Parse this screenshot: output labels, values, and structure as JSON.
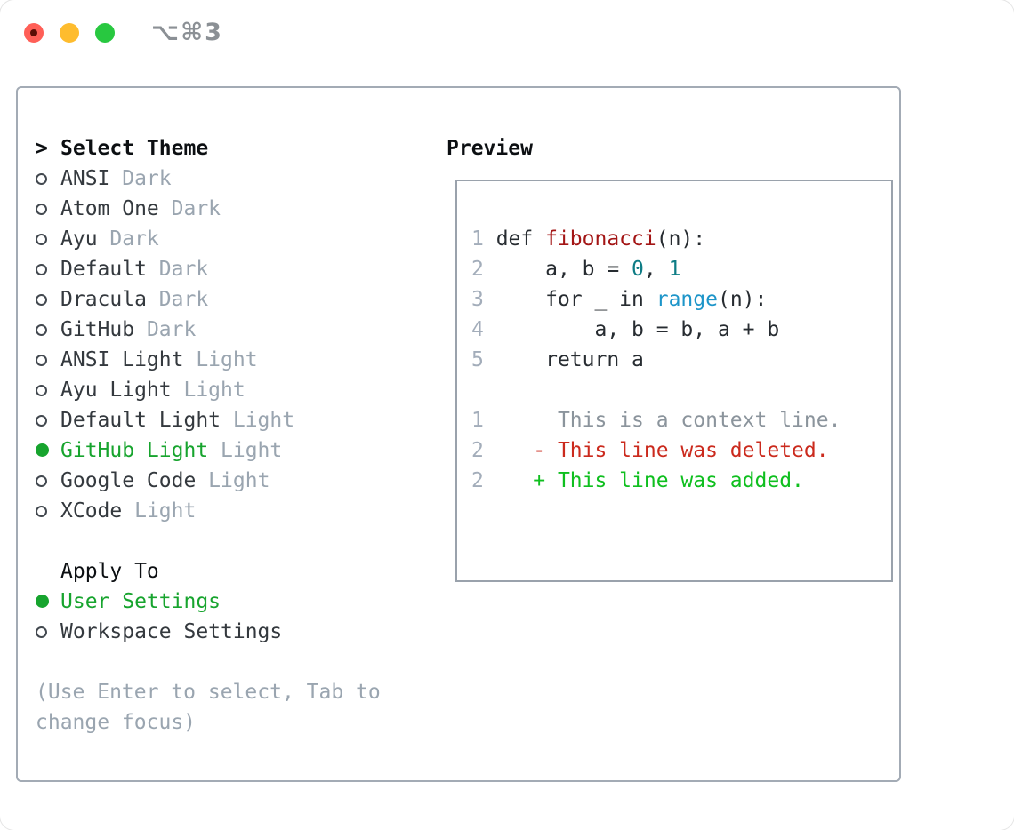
{
  "colors": {
    "tl_red": "#ff5f57",
    "tl_yellow": "#febc2e",
    "tl_green": "#28c840",
    "tl_dot": "#5c0e06",
    "title_gray": "#8b9095",
    "panel_border": "#a3abb5",
    "preview_border": "#9aa2ac",
    "header_fg": "#0c0f12",
    "item_fg": "#34393e",
    "muted": "#9aa5b0",
    "radio_ring": "#42484f",
    "selection_green": "#17a42e",
    "code_fg": "#272c31",
    "func_red": "#a31515",
    "num_teal": "#0e7c85",
    "call_blue": "#1d95c9",
    "line_number": "#a3adba",
    "context_gray": "#8b949c",
    "deleted_red": "#cb2a1d",
    "added_green": "#0fbf1f"
  },
  "titlebar": {
    "title": "⌥⌘3"
  },
  "theme_list": {
    "prompt": ">",
    "header": "Select Theme",
    "items": [
      {
        "name": "ANSI",
        "variant": "Dark",
        "selected": false
      },
      {
        "name": "Atom One",
        "variant": "Dark",
        "selected": false
      },
      {
        "name": "Ayu",
        "variant": "Dark",
        "selected": false
      },
      {
        "name": "Default",
        "variant": "Dark",
        "selected": false
      },
      {
        "name": "Dracula",
        "variant": "Dark",
        "selected": false
      },
      {
        "name": "GitHub",
        "variant": "Dark",
        "selected": false
      },
      {
        "name": "ANSI Light",
        "variant": "Light",
        "selected": false
      },
      {
        "name": "Ayu Light",
        "variant": "Light",
        "selected": false
      },
      {
        "name": "Default Light",
        "variant": "Light",
        "selected": false
      },
      {
        "name": "GitHub Light",
        "variant": "Light",
        "selected": true
      },
      {
        "name": "Google Code",
        "variant": "Light",
        "selected": false
      },
      {
        "name": "XCode",
        "variant": "Light",
        "selected": false
      }
    ]
  },
  "apply_to": {
    "header": "Apply To",
    "items": [
      {
        "label": "User Settings",
        "selected": true
      },
      {
        "label": "Workspace Settings",
        "selected": false
      }
    ]
  },
  "help_text": "(Use Enter to select, Tab to change focus)",
  "preview": {
    "header": "Preview",
    "lines": [
      {
        "tokens": [
          {
            "t": "1 ",
            "c": "ln"
          },
          {
            "t": "def ",
            "c": "fg"
          },
          {
            "t": "fibonacci",
            "c": "fn"
          },
          {
            "t": "(n):",
            "c": "fg"
          }
        ]
      },
      {
        "tokens": [
          {
            "t": "2 ",
            "c": "ln"
          },
          {
            "t": "    a, b = ",
            "c": "fg"
          },
          {
            "t": "0",
            "c": "num"
          },
          {
            "t": ", ",
            "c": "fg"
          },
          {
            "t": "1",
            "c": "num"
          }
        ]
      },
      {
        "tokens": [
          {
            "t": "3 ",
            "c": "ln"
          },
          {
            "t": "    for _ in ",
            "c": "fg"
          },
          {
            "t": "range",
            "c": "call"
          },
          {
            "t": "(n):",
            "c": "fg"
          }
        ]
      },
      {
        "tokens": [
          {
            "t": "4 ",
            "c": "ln"
          },
          {
            "t": "        a, b = b, a + b",
            "c": "fg"
          }
        ]
      },
      {
        "tokens": [
          {
            "t": "5 ",
            "c": "ln"
          },
          {
            "t": "    return a",
            "c": "fg"
          }
        ]
      },
      {
        "tokens": []
      },
      {
        "tokens": [
          {
            "t": "1 ",
            "c": "ln"
          },
          {
            "t": "     This is a context line.",
            "c": "ctx"
          }
        ]
      },
      {
        "tokens": [
          {
            "t": "2 ",
            "c": "ln"
          },
          {
            "t": "   - This line was deleted.",
            "c": "del"
          }
        ]
      },
      {
        "tokens": [
          {
            "t": "2 ",
            "c": "ln"
          },
          {
            "t": "   + This line was added.",
            "c": "add"
          }
        ]
      }
    ]
  }
}
